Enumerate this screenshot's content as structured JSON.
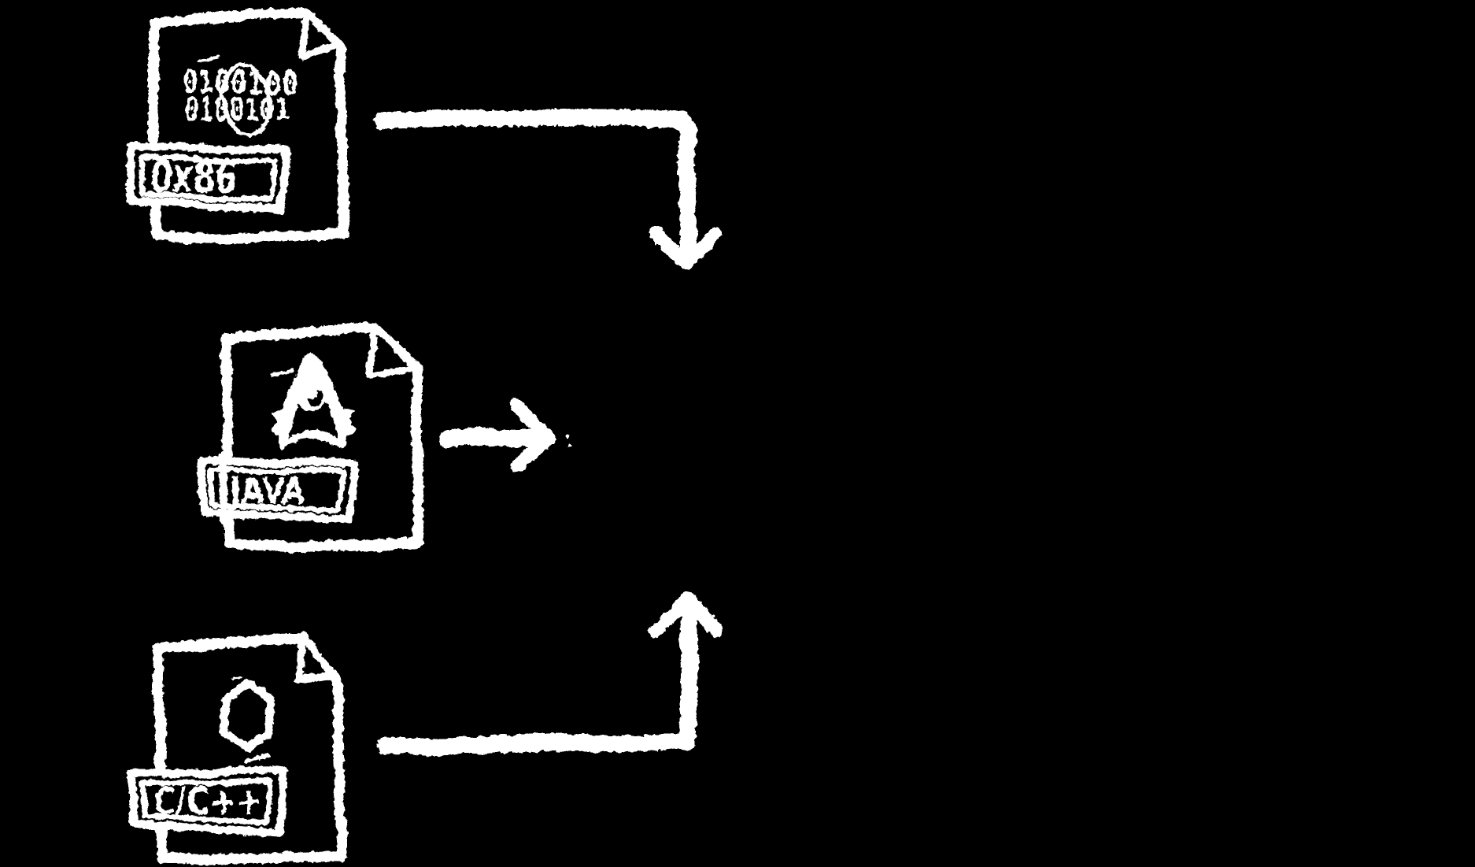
{
  "canvas": {
    "background": "#000000",
    "ink": "#ffffff",
    "style": "hand-drawn chalkboard sketch, white chalk on black"
  },
  "nodes": {
    "x86_file": {
      "kind": "binary-file-icon",
      "binary_line1": "0100100",
      "binary_line2": "0100101",
      "label": "0x86"
    },
    "java_file": {
      "kind": "java-source-file-icon",
      "glyph": "java-duke-mascot",
      "label": "JAVA"
    },
    "cpp_file": {
      "kind": "cpp-source-file-icon",
      "glyph": "hexagon",
      "label": "C/C++"
    }
  },
  "arrows": [
    {
      "id": "x86-arrow",
      "from": "x86_file",
      "shape": "right-then-down",
      "head": "down"
    },
    {
      "id": "java-arrow",
      "from": "java_file",
      "shape": "straight-right",
      "head": "right"
    },
    {
      "id": "cpp-arrow",
      "from": "cpp_file",
      "shape": "right-then-up",
      "head": "up"
    }
  ]
}
